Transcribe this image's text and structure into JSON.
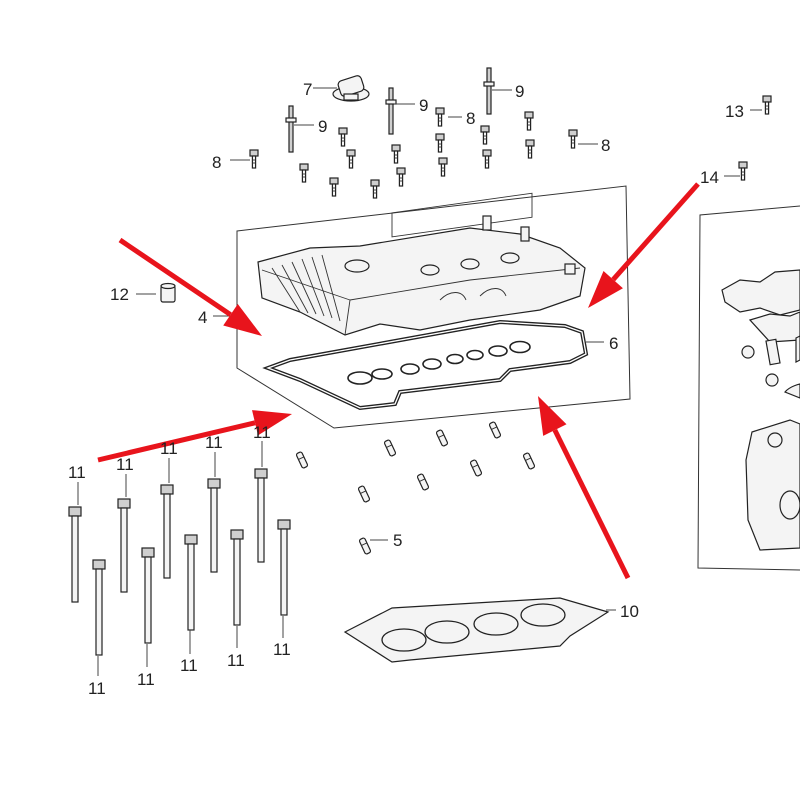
{
  "diagram": {
    "callouts": [
      "4",
      "5",
      "6",
      "7",
      "8",
      "9",
      "10",
      "11",
      "12",
      "13",
      "14"
    ],
    "arrow_color": "#e8141c"
  }
}
